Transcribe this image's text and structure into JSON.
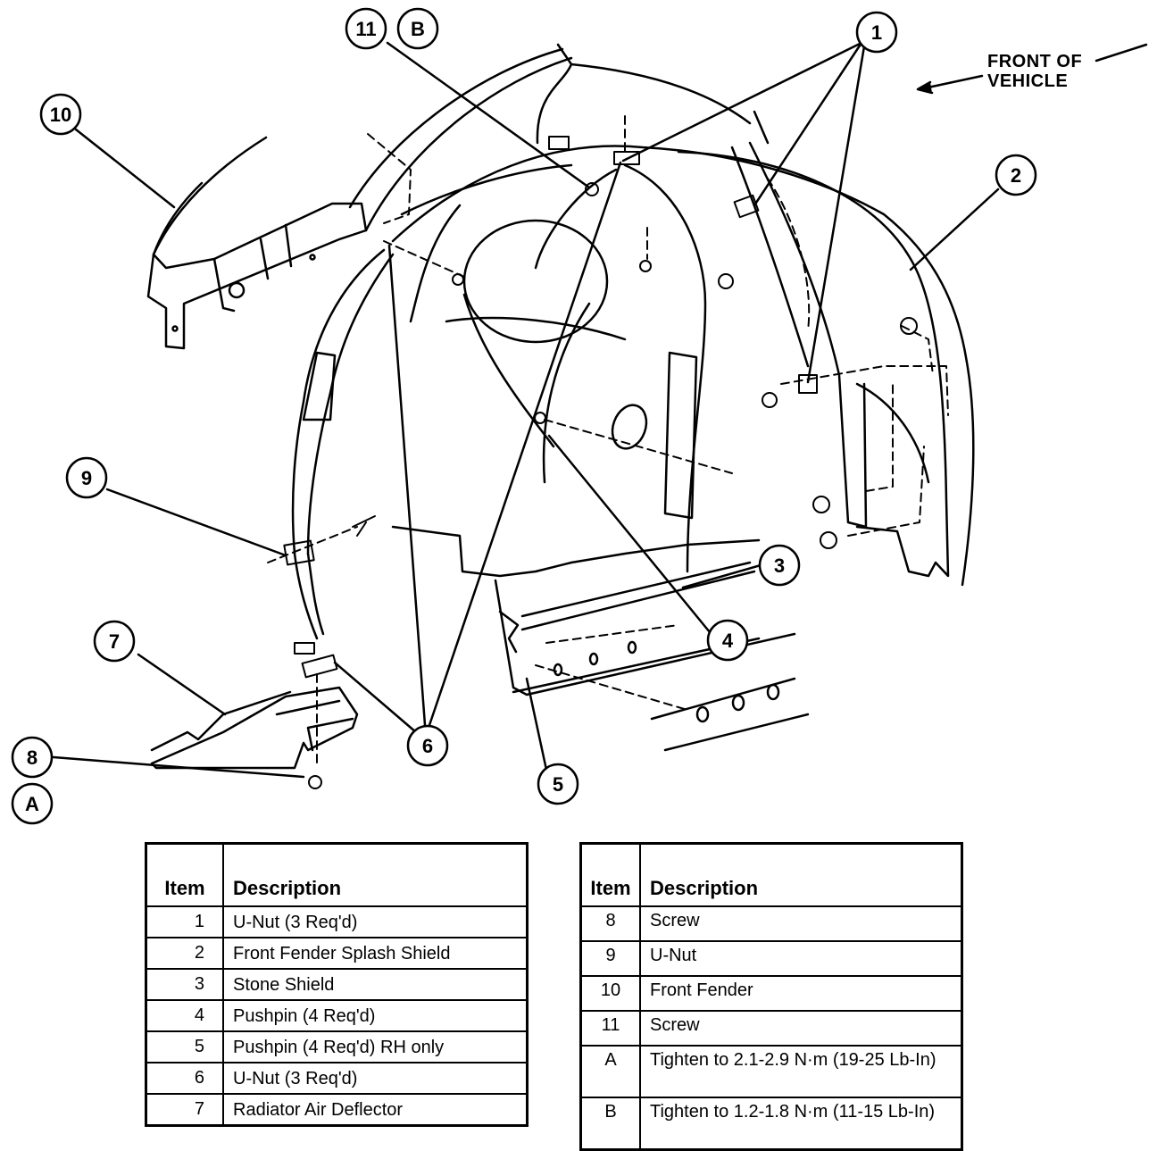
{
  "orientation_label": "FRONT OF VEHICLE",
  "callouts": [
    "1",
    "2",
    "3",
    "4",
    "5",
    "6",
    "7",
    "8",
    "9",
    "10",
    "11",
    "A",
    "B"
  ],
  "legend_left": {
    "headers": [
      "Item",
      "Description"
    ],
    "rows": [
      {
        "item": "1",
        "description": "U-Nut (3 Req'd)"
      },
      {
        "item": "2",
        "description": "Front Fender Splash Shield"
      },
      {
        "item": "3",
        "description": "Stone Shield"
      },
      {
        "item": "4",
        "description": "Pushpin (4 Req'd)"
      },
      {
        "item": "5",
        "description": "Pushpin (4 Req'd) RH only"
      },
      {
        "item": "6",
        "description": "U-Nut (3 Req'd)"
      },
      {
        "item": "7",
        "description": "Radiator Air Deflector"
      }
    ]
  },
  "legend_right": {
    "headers": [
      "Item",
      "Description"
    ],
    "rows": [
      {
        "item": "8",
        "description": "Screw"
      },
      {
        "item": "9",
        "description": "U-Nut"
      },
      {
        "item": "10",
        "description": "Front Fender"
      },
      {
        "item": "11",
        "description": "Screw"
      },
      {
        "item": "A",
        "description": "Tighten to 2.1-2.9 N·m (19-25 Lb-In)"
      },
      {
        "item": "B",
        "description": "Tighten to 1.2-1.8 N·m (11-15 Lb-In)"
      }
    ]
  }
}
